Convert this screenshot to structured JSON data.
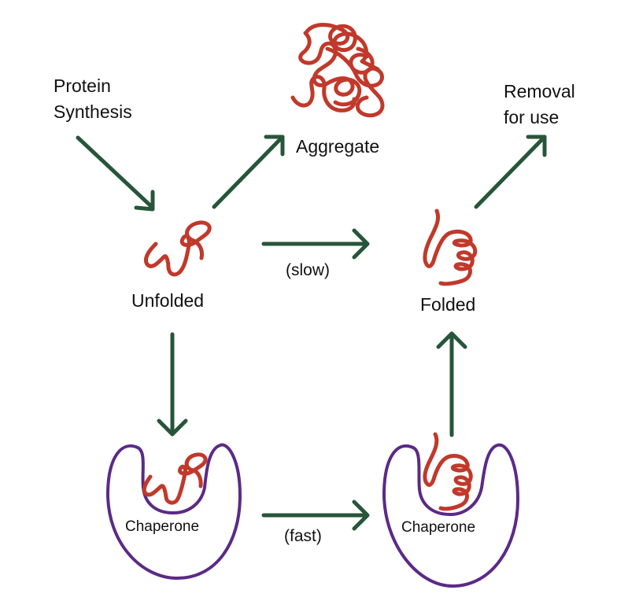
{
  "title": "Protein folding pathway with chaperone",
  "colors": {
    "arrow": "#27553a",
    "protein": "#c0392b",
    "chaperone": "#5b2a86",
    "text": "#111111",
    "background": "#ffffff"
  },
  "nodes": {
    "protein_synthesis": {
      "line1": "Protein",
      "line2": "Synthesis"
    },
    "aggregate": {
      "label": "Aggregate"
    },
    "removal": {
      "line1": "Removal",
      "line2": "for use"
    },
    "unfolded": {
      "label": "Unfolded"
    },
    "folded": {
      "label": "Folded"
    },
    "chaperone_left": {
      "label": "Chaperone"
    },
    "chaperone_right": {
      "label": "Chaperone"
    }
  },
  "edges": [
    {
      "from": "Protein Synthesis",
      "to": "Unfolded",
      "label": ""
    },
    {
      "from": "Unfolded",
      "to": "Aggregate",
      "label": ""
    },
    {
      "from": "Unfolded",
      "to": "Folded",
      "label": "(slow)"
    },
    {
      "from": "Unfolded",
      "to": "Chaperone (unfolded)",
      "label": ""
    },
    {
      "from": "Chaperone (unfolded)",
      "to": "Chaperone (folded)",
      "label": "(fast)"
    },
    {
      "from": "Chaperone (folded)",
      "to": "Folded",
      "label": ""
    },
    {
      "from": "Folded",
      "to": "Removal for use",
      "label": ""
    }
  ],
  "edge_labels": {
    "slow": "(slow)",
    "fast": "(fast)"
  }
}
